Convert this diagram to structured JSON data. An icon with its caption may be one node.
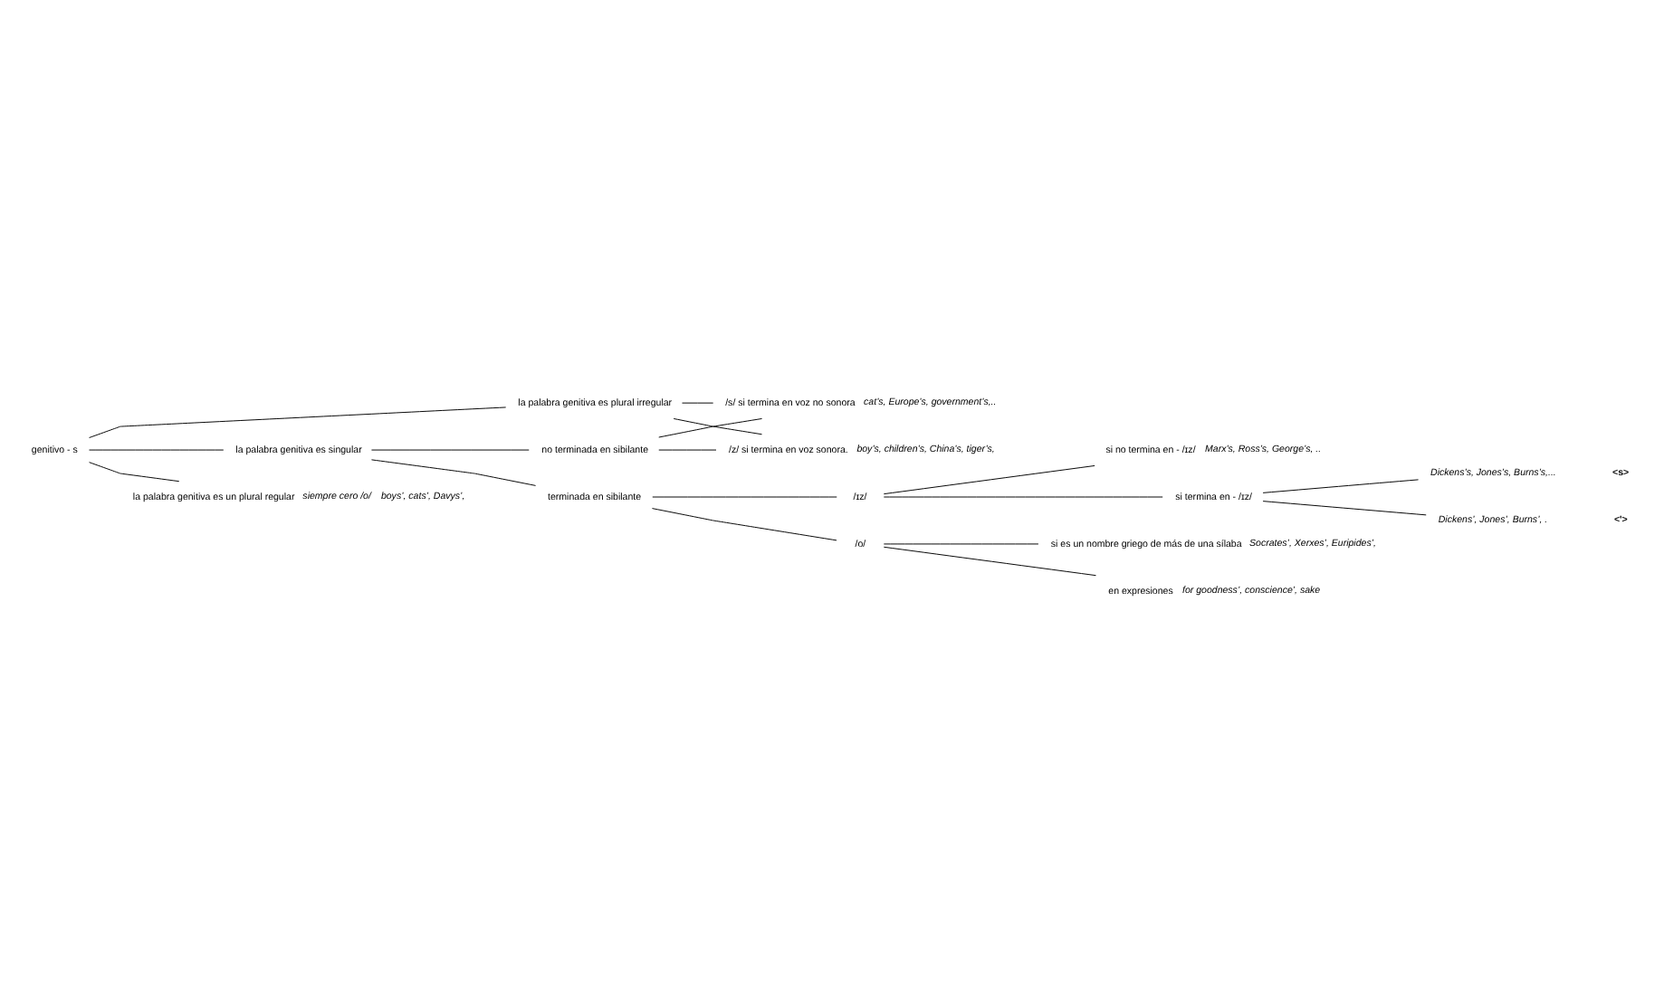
{
  "diagram": {
    "nodes": [
      {
        "text": [
          "genitivo - s"
        ]
      },
      {
        "text": [
          "la palabra genitiva es plural irregular"
        ]
      },
      {
        "text": [
          "la palabra genitiva es singular"
        ]
      },
      {
        "text": [
          "la palabra genitiva es un plural regular"
        ],
        "beside": [
          "siempre cero /o/",
          "boys’, cats’, Davys’,"
        ]
      },
      {
        "text": [
          "no terminada en sibilante"
        ]
      },
      {
        "text": [
          "terminada en sibilante"
        ]
      },
      {
        "text": [
          "/s/ si termina en voz no sonora"
        ],
        "beside": [
          "cat’s, Europe’s, government’s,.."
        ]
      },
      {
        "text": [
          "/z/ si termina en voz sonora."
        ],
        "beside": [
          "boy’s, children’s, China’s, tiger’s,"
        ]
      },
      {
        "text": [
          "/ɪz/"
        ]
      },
      {
        "text": [
          "/o/"
        ]
      },
      {
        "text": [
          "si no termina en - /ɪz/"
        ],
        "beside": [
          "Marx’s, Ross’s, George’s, .."
        ]
      },
      {
        "text": [
          "si termina en - /ɪz/"
        ]
      },
      {
        "text": [
          "si es un nombre griego de más de una sílaba"
        ],
        "beside": [
          "Socrates’, Xerxes’, Euripides’,"
        ]
      },
      {
        "text": [
          "en expresiones"
        ],
        "beside": [
          "for goodness’, conscience’, sake"
        ]
      },
      {
        "text": [
          "Dickens’s, Jones’s, Burns’s,..."
        ]
      },
      {
        "text": [
          "Dickens’, Jones’, Burns’, ."
        ]
      }
    ],
    "edges": [
      {
        "from": 0,
        "to": 1,
        "arrow": "none"
      },
      {
        "from": 0,
        "to": 2,
        "arrow": "none"
      },
      {
        "from": 0,
        "to": 3,
        "arrow": "none"
      },
      {
        "from": 2,
        "to": 4,
        "arrow": "none"
      },
      {
        "from": 2,
        "to": 5,
        "arrow": "none"
      },
      {
        "from": 1,
        "to": 6,
        "arrow": "none"
      },
      {
        "from": 1,
        "to": 7,
        "arrow": "none"
      },
      {
        "from": 4,
        "to": 6,
        "arrow": "none"
      },
      {
        "from": 4,
        "to": 7,
        "arrow": "none"
      },
      {
        "from": 5,
        "to": 8,
        "arrow": "none"
      },
      {
        "from": 5,
        "to": 9,
        "arrow": "none"
      },
      {
        "from": 8,
        "to": 10,
        "arrow": "none"
      },
      {
        "from": 8,
        "to": 11,
        "arrow": "none"
      },
      {
        "from": 9,
        "to": 12,
        "arrow": "none"
      },
      {
        "from": 9,
        "to": 13,
        "arrow": "none"
      },
      {
        "from": 11,
        "to": 14,
        "arrow": "none"
      },
      {
        "from": 11,
        "to": 15,
        "arrow": "none"
      }
    ],
    "labels": [
      "<s>",
      "<'>"
    ]
  }
}
